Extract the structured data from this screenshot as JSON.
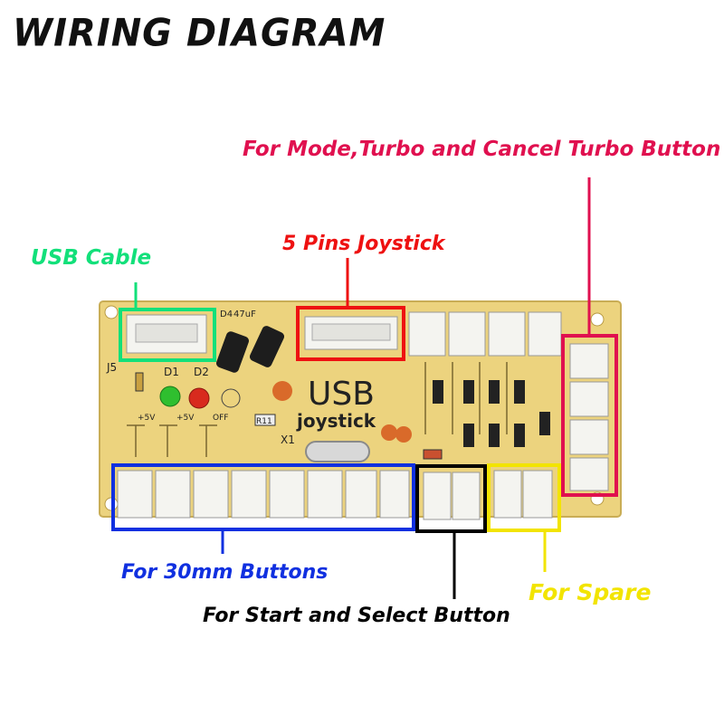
{
  "title": "WIRING DIAGRAM",
  "colors": {
    "mode": "#e0104f",
    "usb": "#12e07a",
    "joystick": "#ee1111",
    "buttons": "#1030e0",
    "start_select": "#000000",
    "spare": "#f2e400",
    "board": "#ecd37e"
  },
  "labels": {
    "mode": "For Mode,Turbo and Cancel Turbo Button",
    "usb": "USB Cable",
    "joystick": "5 Pins Joystick",
    "buttons": "For 30mm Buttons",
    "start_select": "For Start and Select Button",
    "spare": "For Spare"
  },
  "board": {
    "main_text": "USB",
    "sub_text": "joystick",
    "d1": "D1",
    "d2": "D2",
    "d4": "D4",
    "j5": "J5",
    "x1": "X1",
    "r11": "R11",
    "plus5v_a": "+5V",
    "plus5v_b": "+5V",
    "off": "OFF",
    "cap": "47uF"
  }
}
